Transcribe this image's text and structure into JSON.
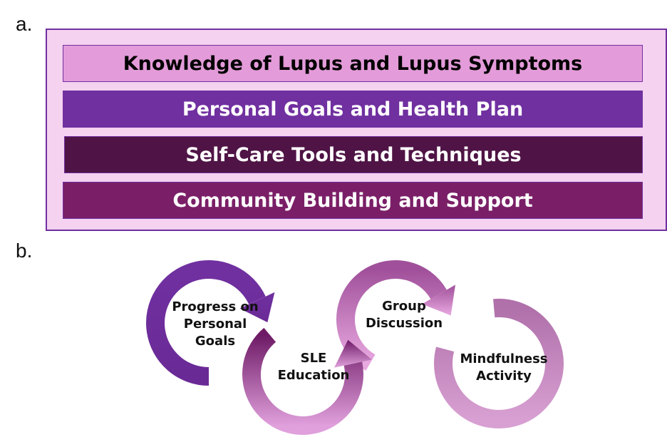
{
  "panel_a": {
    "label": "a.",
    "bars": [
      {
        "text": "Knowledge of Lupus and Lupus Symptoms",
        "fill": "#e39bd9",
        "text_color": "#000000"
      },
      {
        "text": "Personal Goals and Health Plan",
        "fill": "#7030a0",
        "text_color": "#ffffff"
      },
      {
        "text": "Self-Care Tools and Techniques",
        "fill": "#4f1445",
        "text_color": "#ffffff"
      },
      {
        "text": "Community Building and Support",
        "fill": "#7a1f67",
        "text_color": "#ffffff"
      }
    ]
  },
  "panel_b": {
    "label": "b.",
    "cycle": [
      {
        "line1": "Progress on",
        "line2": "Personal",
        "line3": "Goals"
      },
      {
        "line1": "SLE",
        "line2": "Education"
      },
      {
        "line1": "Group",
        "line2": "Discussion"
      },
      {
        "line1": "Mindfulness",
        "line2": "Activity"
      }
    ]
  }
}
